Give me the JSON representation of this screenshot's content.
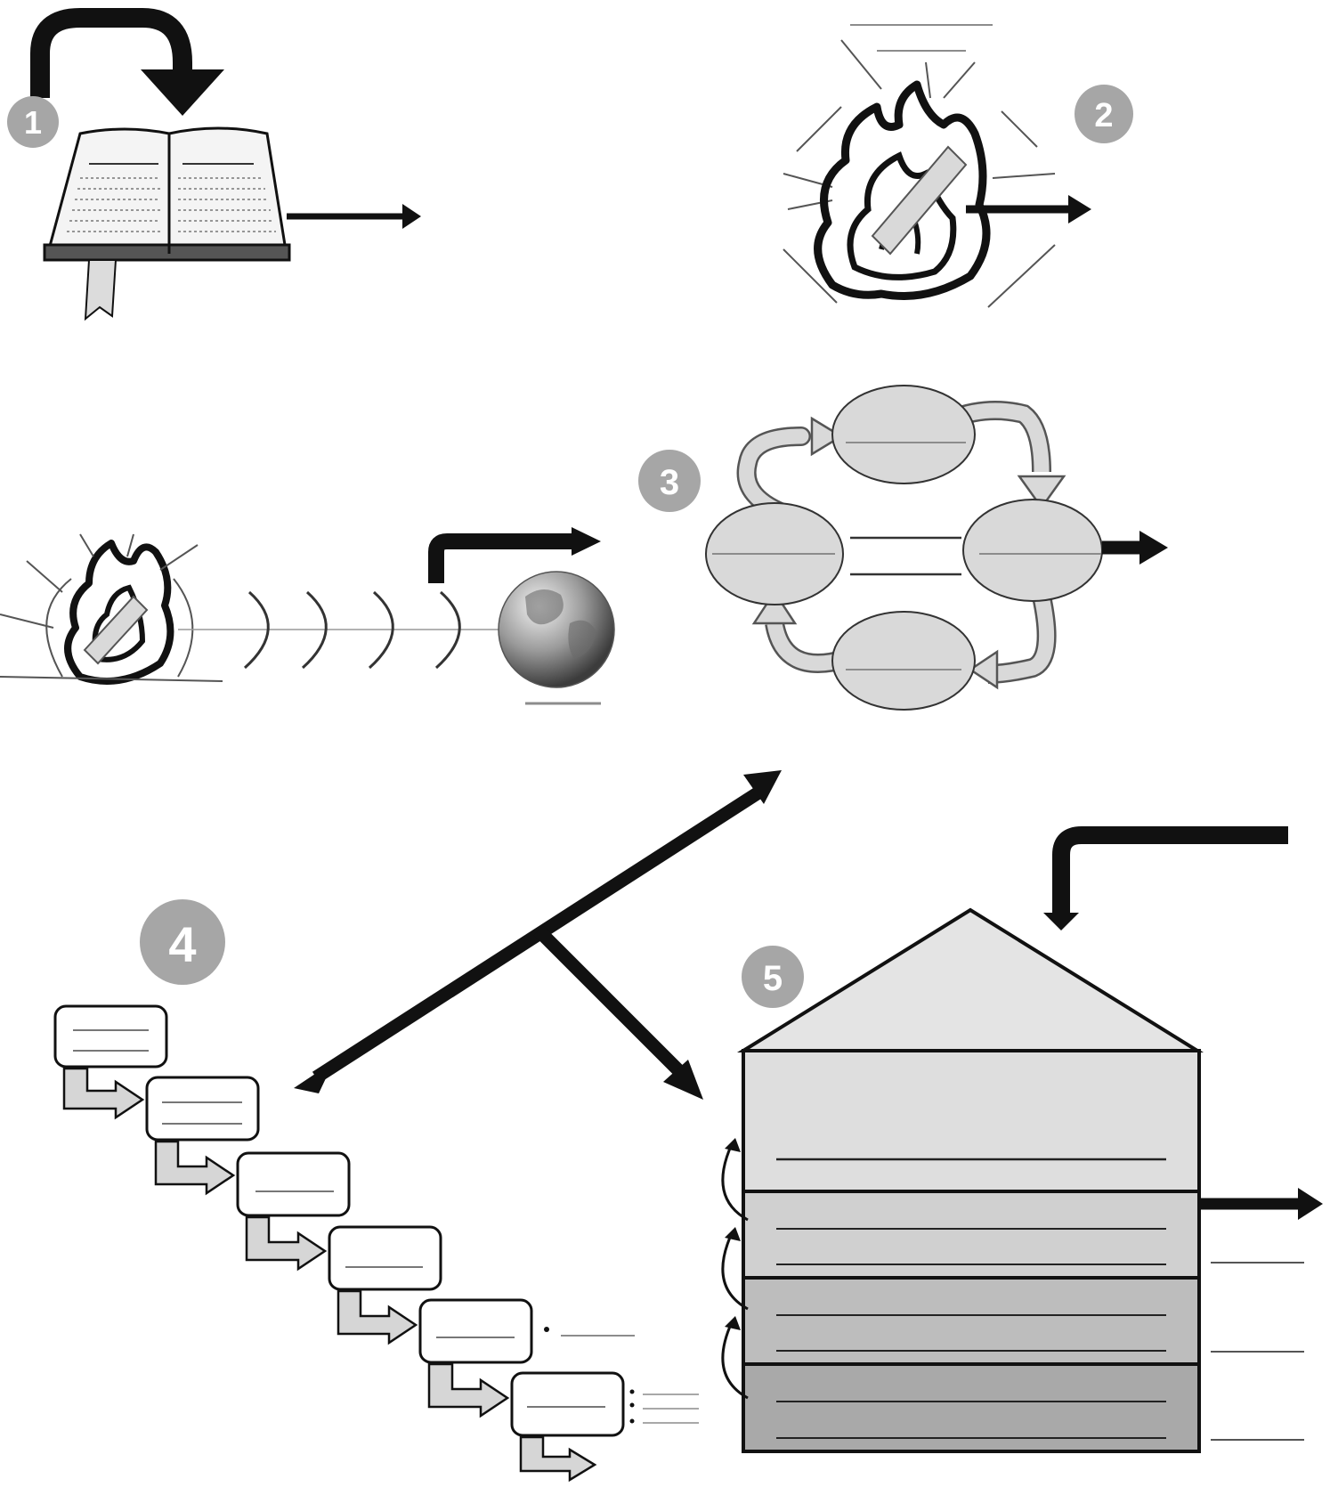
{
  "badges": [
    "1",
    "2",
    "3",
    "4",
    "5"
  ],
  "colors": {
    "ink": "#111111",
    "badge_fill": "#a6a6a6",
    "oval_fill": "#d9d9d9",
    "blank_line": "#8c8c8c",
    "house_roof": "#e4e4e4",
    "house_floor_1": "#dedede",
    "house_floor_2": "#d0d0d0",
    "house_floor_3": "#bdbdbd",
    "house_floor_4": "#a9a9a9",
    "step_arrow_fill": "#d6d6d6"
  },
  "icons": [
    "book-icon",
    "fire-icon",
    "earth-globe-icon",
    "cycle-diagram",
    "staircase-diagram",
    "house-diagram"
  ]
}
